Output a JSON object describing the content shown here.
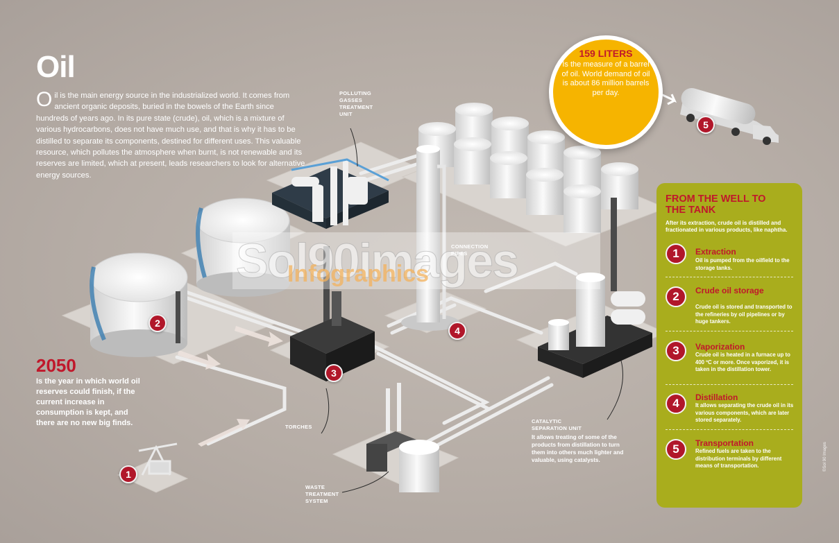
{
  "title": "Oil",
  "intro": {
    "dropcap": "O",
    "text": "il is the main energy source in the industrialized world. It comes from ancient organic deposits, buried in the bowels of the Earth since hundreds of years ago. In its pure state (crude), oil, which is a mixture of various hydrocarbons, does not have much use, and that is why it has to be distilled to separate its components, destined for different uses. This valuable resource, which pollutes the atmosphere when burnt, is not renewable and its reserves are limited, which at present, leads researchers to look for alternative energy sources."
  },
  "highlight_2050": {
    "year": "2050",
    "text": "Is the year in which world oil reserves could finish, if the current increase in consumption is kept, and there are no new big finds."
  },
  "liters": {
    "heading": "159 LITERS",
    "text": "Is the measure of a barrel of oil. World demand of oil is about 86 million barrels per day."
  },
  "callouts": {
    "polluting": "POLLUTING\nGASSES\nTREATMENT\nUNIT",
    "connection": "CONNECTION\nPIPES",
    "torches": "TORCHES",
    "waste": "WASTE\nTREATMENT\nSYSTEM",
    "catalytic_title": "CATALYTIC\nSEPARATION UNIT",
    "catalytic_text": "It allows treating of some of the products from distillation to turn them into others much lighter and valuable, using catalysts."
  },
  "markers": [
    "1",
    "2",
    "3",
    "4",
    "5"
  ],
  "panel": {
    "title": "FROM THE WELL TO THE TANK",
    "description": "After its extraction, crude oil is distilled and fractionated in various products, like naphtha.",
    "steps": [
      {
        "num": "1",
        "title": "Extraction",
        "text": "Oil is pumped from the oilfield to the storage tanks."
      },
      {
        "num": "2",
        "title": "Crude oil storage",
        "text": "Crude oil is stored and transported to the refineries by oil pipelines or by huge tankers."
      },
      {
        "num": "3",
        "title": "Vaporization",
        "text": "Crude oil is heated in a furnace up to 400 ºC or more. Once vaporized, it is taken in the distillation tower."
      },
      {
        "num": "4",
        "title": "Distillation",
        "text": "It allows separating the crude oil in its various components, which are later stored separately."
      },
      {
        "num": "5",
        "title": "Transportation",
        "text": "Refined fuels are taken to the distribution terminals by different means of transportation."
      }
    ]
  },
  "watermark": {
    "line1": "Sol90images",
    "line2": "Infographics"
  },
  "credit": "©Sol 90 Images",
  "colors": {
    "background": "#b6ada6",
    "accent_red": "#c0182b",
    "panel_olive": "#a9ad1d",
    "liters_yellow": "#f6b400"
  }
}
